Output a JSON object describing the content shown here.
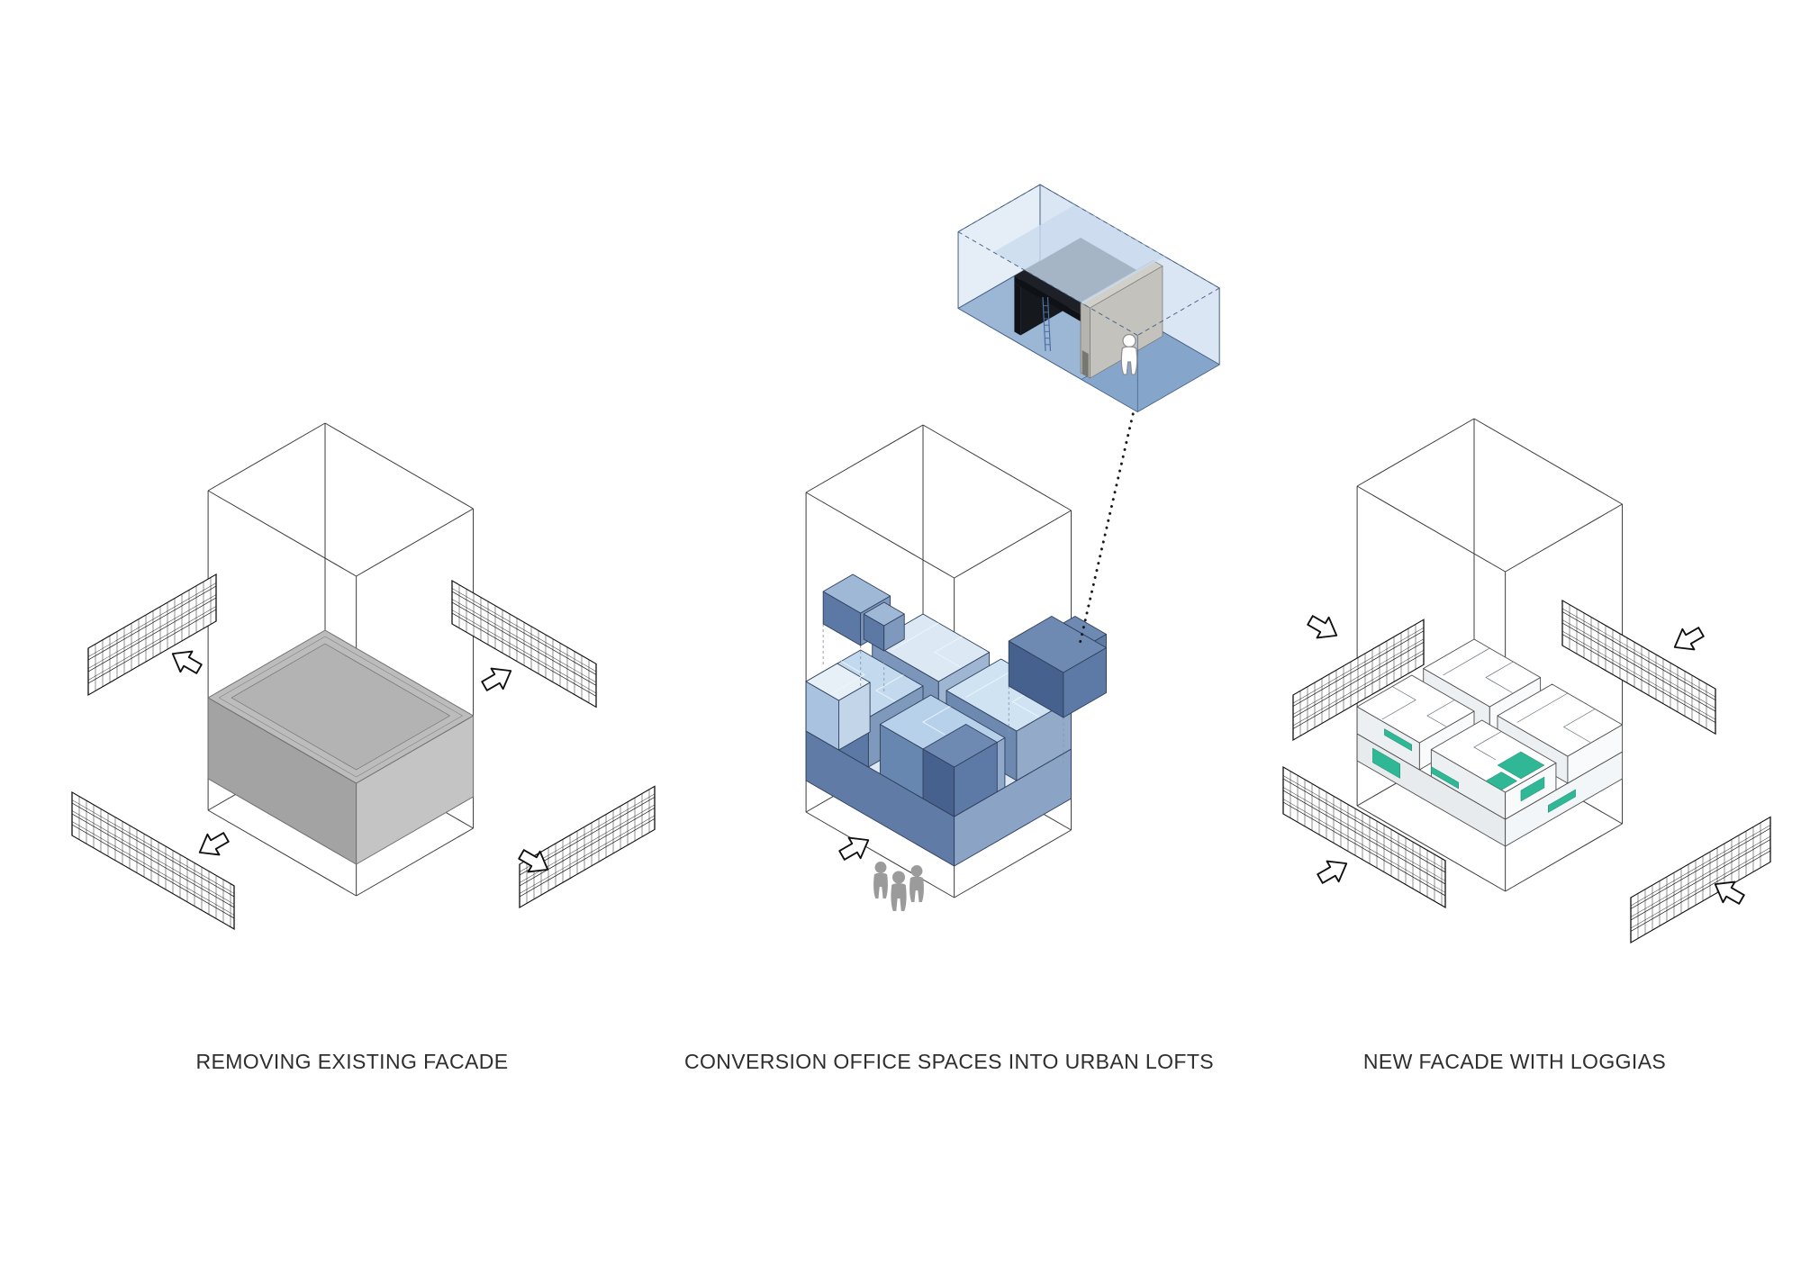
{
  "page": {
    "background_color": "#ffffff"
  },
  "panels": [
    {
      "id": "removing-existing-facade",
      "caption": "REMOVING EXISTING FACADE"
    },
    {
      "id": "conversion-office-spaces",
      "caption": "CONVERSION OFFICE SPACES INTO URBAN LOFTS"
    },
    {
      "id": "new-facade-with-loggias",
      "caption": "NEW FACADE WITH LOGGIAS"
    }
  ],
  "icons": {
    "arrow": "direction-arrow-icon",
    "person": "person-figure",
    "facade_panel": "facade-grid-panel",
    "ladder": "ladder"
  },
  "colors": {
    "wire_line": "#3c3c3c",
    "ink": "#101010",
    "slab": {
      "top": "#bcbcbc",
      "left": "#a3a3a3",
      "right": "#c4c4c4",
      "inner": "#b3b3b3",
      "edge": "#6f6f6f"
    },
    "lofts": {
      "edge": "#2e3f5c",
      "low": [
        "#dfe9f4",
        "#5f7ba6",
        "#8ba4c6"
      ],
      "tops": [
        "#dce9f5",
        "#cfe3f3",
        "#c2d9ee",
        "#b7d1ea"
      ],
      "lefts": [
        "#7b96ba",
        "#6d89b0",
        "#5c78a4",
        "#6887b0"
      ],
      "rights": [
        "#9fb6d2",
        "#93abc9",
        "#7e99bc",
        "#90a9cb"
      ],
      "dark": [
        "#6e8ab2",
        "#47618e",
        "#5d7aa6"
      ],
      "pale": [
        "#e7eff7",
        "#a9c2df",
        "#c3d5e8"
      ],
      "float": [
        "#9fb8d6",
        "#5c78a4",
        "#7e99bc"
      ],
      "plan_line": "#eef5fb"
    },
    "white_mass": {
      "edge": "#4d4d4d",
      "low": [
        "#ffffff",
        "#e8ebee",
        "#f3f6f8"
      ],
      "top": "#ffffff",
      "left": "#edf0f3",
      "right": "#f8fafc",
      "plan_line": "#5f6b77"
    },
    "teal": {
      "fill": "#2fb796",
      "edge": "#1d8a6f"
    },
    "core": {
      "top": "#cdcdcd",
      "left": "#b0b0b0",
      "right": "#c0c0c0",
      "edge": "#8a8a8a"
    },
    "people": "#9b9b9b",
    "inset": {
      "edge": "#3f5b82",
      "glass_back": "#d8e5f2",
      "glass_left": "#e4edf6",
      "floor": "#9cb6d6",
      "floor_dark": "#86a5cb",
      "roof": "#c9dbed",
      "wall": [
        "#d0cfc9",
        "#b5b4ae",
        "#c3c2bc"
      ],
      "wall_edge": "#75746e",
      "door": "#77766f",
      "black": [
        "#1d2026",
        "#0e1116",
        "#15181d"
      ],
      "ladder": "#4d6f9e"
    },
    "dotted": "#1b1b1b",
    "leader": "#8b98ab"
  }
}
